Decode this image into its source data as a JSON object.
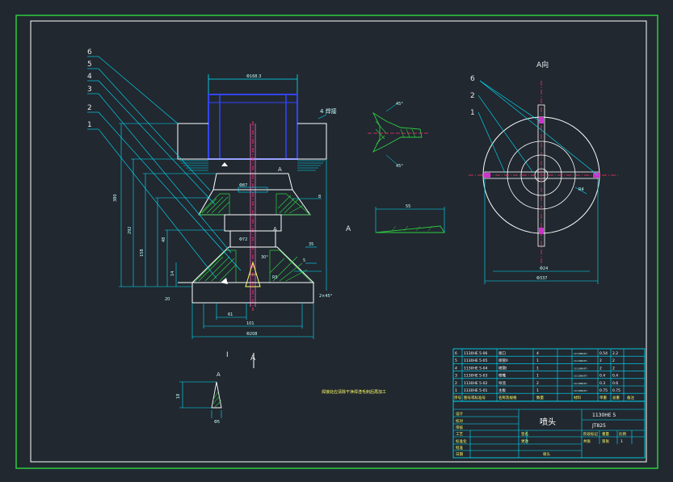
{
  "view_labels": {
    "view_a_top": "A向",
    "section_a": "A",
    "section_a2": "A",
    "section_a3": "A",
    "detail_a": "A",
    "section_mark": "A",
    "bottom_a": "A",
    "bottom_a_roman": "I"
  },
  "leaders": [
    "6",
    "5",
    "4",
    "3",
    "2",
    "1"
  ],
  "top_leaders": [
    "6",
    "2",
    "1"
  ],
  "tag_4": "4 焊接",
  "notes": {
    "main_note": "焊接处应清除干净焊渣毛刺后再加工"
  },
  "dims": {
    "top_width": "Φ168.3",
    "pipe_inner": "Φ87",
    "mid_dia": "Φ72",
    "bottom_dia": "Φ5",
    "d61": "61",
    "d101": "101",
    "d208": "Φ208",
    "h380": "380",
    "h292": "292",
    "h158": "158",
    "h48": "48",
    "h35": "35",
    "h14": "14",
    "h20": "20",
    "ang30": "30°",
    "ang45": "45°",
    "ang45b": "45°",
    "ang2": "2×45°",
    "dim55": "55",
    "top_r": "R4",
    "top_dia": "Φ337",
    "top_inner": "Φ24",
    "small_h": "18",
    "r5": "R5",
    "ha": "5",
    "hb": "8"
  },
  "parts": [
    {
      "no": "6",
      "code": "1130HE 5-06",
      "name": "喷口",
      "qty": "4",
      "material": "1Cr18Ni9Ti",
      "w1": "0.54",
      "w2": "2.2"
    },
    {
      "no": "5",
      "code": "1130HE 5-05",
      "name": "喷管II",
      "qty": "1",
      "material": "1Cr18Ni9Ti",
      "w1": "2",
      "w2": "2"
    },
    {
      "no": "4",
      "code": "1130HE 5-04",
      "name": "喷管I",
      "qty": "1",
      "material": "1Cr18Ni9Ti",
      "w1": "2",
      "w2": "2"
    },
    {
      "no": "3",
      "code": "1130HE 5-03",
      "name": "喷嘴",
      "qty": "1",
      "material": "1Cr18Ni9Ti",
      "w1": "0.4",
      "w2": "0.4"
    },
    {
      "no": "2",
      "code": "1130HE 5-02",
      "name": "导流",
      "qty": "2",
      "material": "1Cr18Ni9Ti",
      "w1": "0.3",
      "w2": "0.6"
    },
    {
      "no": "1",
      "code": "1130HE 5-01",
      "name": "主板",
      "qty": "1",
      "material": "1Cr18Ni9Ti",
      "w1": "0.75",
      "w2": "0.75"
    }
  ],
  "parts_header": {
    "no": "序号",
    "code": "图号或标准号",
    "name": "名称及规格",
    "qty": "数量",
    "material": "材料",
    "w1": "单重",
    "w2": "总重",
    "remark": "备注"
  },
  "title_block": {
    "drawing_code": "1130HE 5",
    "title": "喷头",
    "scale_code": "JT825",
    "r1": "设计",
    "r2": "校对",
    "r3": "审核",
    "r4": "工艺",
    "r5": "标准化",
    "r6": "批准",
    "r7": "日期",
    "r8": "签名",
    "r9": "更改",
    "stage": "阶段标记",
    "weight": "重量",
    "ratio": "比例",
    "sheet": "共张",
    "sheet2": "第张",
    "num": "1",
    "company": "喷头"
  }
}
